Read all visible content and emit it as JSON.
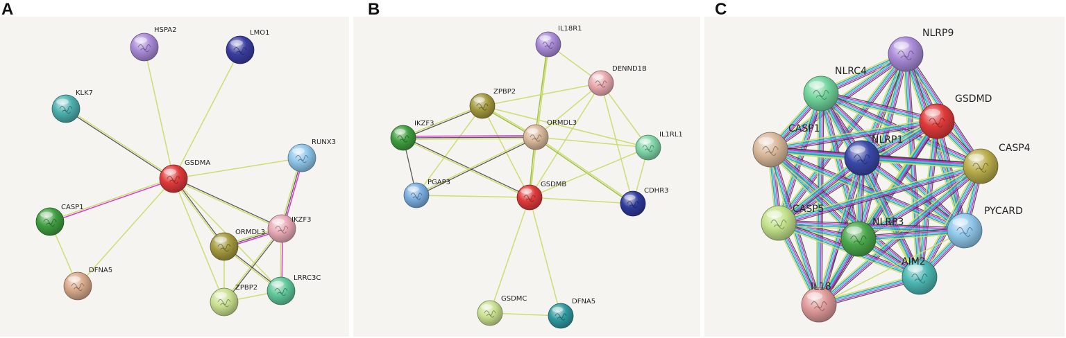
{
  "panels": [
    {
      "letter": "A",
      "nodes": [
        {
          "id": "HSPA2",
          "label": "HSPA2",
          "color": "#a98ad8"
        },
        {
          "id": "LMO1",
          "label": "LMO1",
          "color": "#3a3ea0"
        },
        {
          "id": "KLK7",
          "label": "KLK7",
          "color": "#4cb0ae"
        },
        {
          "id": "RUNX3",
          "label": "RUNX3",
          "color": "#8ec6ea"
        },
        {
          "id": "GSDMA",
          "label": "GSDMA",
          "color": "#e03a3a"
        },
        {
          "id": "CASP1",
          "label": "CASP1",
          "color": "#3f9f3f"
        },
        {
          "id": "IKZF3",
          "label": "IKZF3",
          "color": "#e9aab6"
        },
        {
          "id": "ORMDL3",
          "label": "ORMDL3",
          "color": "#a49a3e"
        },
        {
          "id": "DFNA5",
          "label": "DFNA5",
          "color": "#d8a98a"
        },
        {
          "id": "ZPBP2",
          "label": "ZPBP2",
          "color": "#c9e08f"
        },
        {
          "id": "LRRC3C",
          "label": "LRRC3C",
          "color": "#5fc79a"
        }
      ],
      "edges": [
        {
          "s": "GSDMA",
          "t": "HSPA2",
          "c": [
            "#c9dc6a"
          ]
        },
        {
          "s": "GSDMA",
          "t": "LMO1",
          "c": [
            "#c9dc6a"
          ]
        },
        {
          "s": "GSDMA",
          "t": "KLK7",
          "c": [
            "#333333",
            "#c9dc6a"
          ]
        },
        {
          "s": "GSDMA",
          "t": "RUNX3",
          "c": [
            "#c9dc6a"
          ]
        },
        {
          "s": "GSDMA",
          "t": "CASP1",
          "c": [
            "#d62ad6",
            "#c9dc6a"
          ]
        },
        {
          "s": "GSDMA",
          "t": "DFNA5",
          "c": [
            "#c9dc6a"
          ]
        },
        {
          "s": "GSDMA",
          "t": "IKZF3",
          "c": [
            "#333333",
            "#c9dc6a"
          ]
        },
        {
          "s": "GSDMA",
          "t": "ORMDL3",
          "c": [
            "#333333",
            "#c9dc6a"
          ]
        },
        {
          "s": "GSDMA",
          "t": "ZPBP2",
          "c": [
            "#c9dc6a"
          ]
        },
        {
          "s": "GSDMA",
          "t": "LRRC3C",
          "c": [
            "#c9dc6a"
          ]
        },
        {
          "s": "CASP1",
          "t": "DFNA5",
          "c": [
            "#c9dc6a"
          ]
        },
        {
          "s": "RUNX3",
          "t": "IKZF3",
          "c": [
            "#d62ad6",
            "#333333",
            "#c9dc6a"
          ]
        },
        {
          "s": "IKZF3",
          "t": "ORMDL3",
          "c": [
            "#d62ad6",
            "#333333",
            "#c9dc6a"
          ]
        },
        {
          "s": "IKZF3",
          "t": "ZPBP2",
          "c": [
            "#333333",
            "#c9dc6a"
          ]
        },
        {
          "s": "IKZF3",
          "t": "LRRC3C",
          "c": [
            "#d62ad6",
            "#c9dc6a"
          ]
        },
        {
          "s": "ORMDL3",
          "t": "ZPBP2",
          "c": [
            "#c9dc6a"
          ]
        },
        {
          "s": "ORMDL3",
          "t": "LRRC3C",
          "c": [
            "#333333",
            "#c9dc6a"
          ]
        },
        {
          "s": "ZPBP2",
          "t": "LRRC3C",
          "c": [
            "#c9dc6a"
          ]
        }
      ]
    },
    {
      "letter": "B",
      "nodes": [
        {
          "id": "IL18R1",
          "label": "IL18R1",
          "color": "#a98ad8"
        },
        {
          "id": "DENND1B",
          "label": "DENND1B",
          "color": "#e9aab0"
        },
        {
          "id": "ZPBP2",
          "label": "ZPBP2",
          "color": "#a49a3e"
        },
        {
          "id": "IKZF3",
          "label": "IKZF3",
          "color": "#3f9f3f"
        },
        {
          "id": "ORMDL3",
          "label": "ORMDL3",
          "color": "#d9b89a"
        },
        {
          "id": "IL1RL1",
          "label": "IL1RL1",
          "color": "#7fd6a8"
        },
        {
          "id": "PGAP3",
          "label": "PGAP3",
          "color": "#7aaee0"
        },
        {
          "id": "GSDMB",
          "label": "GSDMB",
          "color": "#e03a3a"
        },
        {
          "id": "CDHR3",
          "label": "CDHR3",
          "color": "#2e3a9a"
        },
        {
          "id": "GSDMC",
          "label": "GSDMC",
          "color": "#c9e08f"
        },
        {
          "id": "DFNA5",
          "label": "DFNA5",
          "color": "#2f9aa0"
        }
      ],
      "edges": [
        {
          "s": "IL18R1",
          "t": "ORMDL3",
          "c": [
            "#c9dc6a",
            "#9bbd3a"
          ]
        },
        {
          "s": "IL18R1",
          "t": "DENND1B",
          "c": [
            "#c9dc6a"
          ]
        },
        {
          "s": "IL18R1",
          "t": "GSDMB",
          "c": [
            "#c9dc6a"
          ]
        },
        {
          "s": "DENND1B",
          "t": "ZPBP2",
          "c": [
            "#c9dc6a"
          ]
        },
        {
          "s": "DENND1B",
          "t": "ORMDL3",
          "c": [
            "#c9dc6a"
          ]
        },
        {
          "s": "DENND1B",
          "t": "GSDMB",
          "c": [
            "#c9dc6a"
          ]
        },
        {
          "s": "DENND1B",
          "t": "IL1RL1",
          "c": [
            "#c9dc6a"
          ]
        },
        {
          "s": "DENND1B",
          "t": "CDHR3",
          "c": [
            "#c9dc6a"
          ]
        },
        {
          "s": "ZPBP2",
          "t": "IKZF3",
          "c": [
            "#333333",
            "#c9dc6a"
          ]
        },
        {
          "s": "ZPBP2",
          "t": "ORMDL3",
          "c": [
            "#c9dc6a",
            "#9bbd3a"
          ]
        },
        {
          "s": "ZPBP2",
          "t": "GSDMB",
          "c": [
            "#c9dc6a"
          ]
        },
        {
          "s": "ZPBP2",
          "t": "PGAP3",
          "c": [
            "#c9dc6a"
          ]
        },
        {
          "s": "ZPBP2",
          "t": "IL1RL1",
          "c": [
            "#c9dc6a"
          ]
        },
        {
          "s": "IKZF3",
          "t": "ORMDL3",
          "c": [
            "#d62ad6",
            "#333333",
            "#c9dc6a"
          ]
        },
        {
          "s": "IKZF3",
          "t": "GSDMB",
          "c": [
            "#333333",
            "#c9dc6a"
          ]
        },
        {
          "s": "IKZF3",
          "t": "PGAP3",
          "c": [
            "#333333"
          ]
        },
        {
          "s": "ORMDL3",
          "t": "GSDMB",
          "c": [
            "#c9dc6a",
            "#9bbd3a"
          ]
        },
        {
          "s": "ORMDL3",
          "t": "PGAP3",
          "c": [
            "#333333",
            "#c9dc6a"
          ]
        },
        {
          "s": "ORMDL3",
          "t": "IL1RL1",
          "c": [
            "#c9dc6a"
          ]
        },
        {
          "s": "ORMDL3",
          "t": "CDHR3",
          "c": [
            "#c9dc6a",
            "#9bbd3a"
          ]
        },
        {
          "s": "PGAP3",
          "t": "GSDMB",
          "c": [
            "#c9dc6a"
          ]
        },
        {
          "s": "GSDMB",
          "t": "IL1RL1",
          "c": [
            "#c9dc6a"
          ]
        },
        {
          "s": "GSDMB",
          "t": "CDHR3",
          "c": [
            "#c9dc6a"
          ]
        },
        {
          "s": "GSDMB",
          "t": "GSDMC",
          "c": [
            "#c9dc6a"
          ]
        },
        {
          "s": "GSDMB",
          "t": "DFNA5",
          "c": [
            "#c9dc6a"
          ]
        },
        {
          "s": "GSDMC",
          "t": "DFNA5",
          "c": [
            "#c9dc6a"
          ]
        },
        {
          "s": "IL1RL1",
          "t": "CDHR3",
          "c": [
            "#c9dc6a"
          ]
        }
      ]
    },
    {
      "letter": "C",
      "nodes": [
        {
          "id": "NLRP9",
          "label": "NLRP9",
          "color": "#a98ad8"
        },
        {
          "id": "NLRC4",
          "label": "NLRC4",
          "color": "#6fd39a"
        },
        {
          "id": "GSDMD",
          "label": "GSDMD",
          "color": "#e03a3a"
        },
        {
          "id": "CASP1",
          "label": "CASP1",
          "color": "#d9b89a"
        },
        {
          "id": "NLRP1",
          "label": "NLRP1",
          "color": "#3a48a8"
        },
        {
          "id": "CASP4",
          "label": "CASP4",
          "color": "#b9ad4a"
        },
        {
          "id": "CASP5",
          "label": "CASP5",
          "color": "#c3e28a"
        },
        {
          "id": "NLRP3",
          "label": "NLRP3",
          "color": "#4aa84a"
        },
        {
          "id": "PYCARD",
          "label": "PYCARD",
          "color": "#8ec6ea"
        },
        {
          "id": "AIM2",
          "label": "AIM2",
          "color": "#4cb8b4"
        },
        {
          "id": "IL18",
          "label": "IL18",
          "color": "#e09a9a"
        }
      ],
      "edges_all_pairs": true,
      "edge_colors": [
        "#333333",
        "#d62ad6",
        "#34c6d8",
        "#2aa0b0",
        "#c9dc6a"
      ],
      "light_edges": [
        {
          "s": "IL18",
          "t": "PYCARD",
          "c": [
            "#c9dc6a"
          ]
        },
        {
          "s": "IL18",
          "t": "NLRP9",
          "c": [
            "#333333"
          ]
        }
      ]
    }
  ]
}
